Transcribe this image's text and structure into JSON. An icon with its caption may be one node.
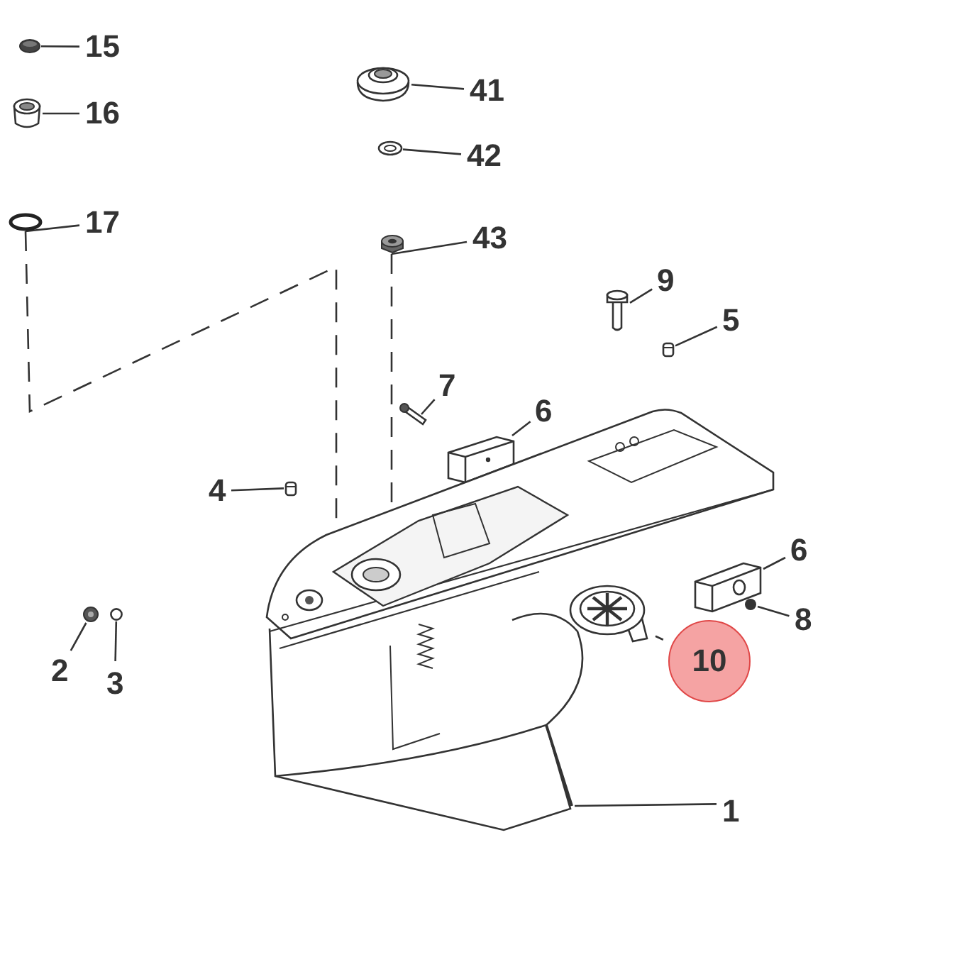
{
  "diagram": {
    "nodes": [
      {
        "text": [
          "15"
        ]
      },
      {
        "text": [],
        "shape": "picture"
      },
      {
        "text": [
          "16"
        ]
      },
      {
        "text": [],
        "shape": "cylinder"
      },
      {
        "text": [
          "41"
        ]
      },
      {
        "text": [],
        "shape": "picture"
      },
      {
        "text": [
          "42"
        ]
      },
      {
        "text": [],
        "shape": "picture"
      },
      {
        "text": [
          "17"
        ]
      },
      {
        "text": [],
        "shape": "circle"
      },
      {
        "text": [
          "43"
        ]
      },
      {
        "text": [],
        "shape": "cylinder"
      },
      {
        "text": [
          "9"
        ]
      },
      {
        "text": [],
        "shape": "picture"
      },
      {
        "text": [
          "5"
        ]
      },
      {
        "text": [],
        "shape": "picture"
      },
      {
        "text": [
          "7"
        ]
      },
      {
        "text": [],
        "shape": "picture"
      },
      {
        "text": [
          "6"
        ]
      },
      {
        "text": [],
        "shape": "picture"
      },
      {
        "text": [
          "4"
        ]
      },
      {
        "text": [],
        "shape": "picture"
      },
      {
        "text": [
          "6"
        ]
      },
      {
        "text": [],
        "shape": "picture"
      },
      {
        "text": [
          "8"
        ]
      },
      {
        "text": [],
        "shape": "circle"
      },
      {
        "text": [
          "2"
        ]
      },
      {
        "text": [],
        "shape": "picture"
      },
      {
        "text": [
          "3"
        ]
      },
      {
        "text": [],
        "shape": "circle"
      },
      {
        "text": [
          "10"
        ]
      },
      {
        "text": [],
        "shape": "picture"
      },
      {
        "text": [
          "1"
        ]
      },
      {
        "text": [],
        "shape": "picture"
      }
    ],
    "edges": [
      {
        "from": 0,
        "to": 1,
        "arrow": "none"
      },
      {
        "from": 2,
        "to": 3,
        "arrow": "none"
      },
      {
        "from": 4,
        "to": 5,
        "arrow": "none"
      },
      {
        "from": 6,
        "to": 7,
        "arrow": "none"
      },
      {
        "from": 8,
        "to": 9,
        "arrow": "none"
      },
      {
        "from": 10,
        "to": 11,
        "arrow": "none"
      },
      {
        "from": 12,
        "to": 13,
        "arrow": "none"
      },
      {
        "from": 14,
        "to": 15,
        "arrow": "none"
      },
      {
        "from": 16,
        "to": 17,
        "arrow": "none"
      },
      {
        "from": 18,
        "to": 19,
        "arrow": "none"
      },
      {
        "from": 20,
        "to": 21,
        "arrow": "none"
      },
      {
        "from": 22,
        "to": 23,
        "arrow": "none"
      },
      {
        "from": 24,
        "to": 25,
        "arrow": "none"
      },
      {
        "from": 26,
        "to": 27,
        "arrow": "none"
      },
      {
        "from": 28,
        "to": 29,
        "arrow": "none"
      },
      {
        "from": 30,
        "to": 31,
        "arrow": "none"
      },
      {
        "from": 32,
        "to": 33,
        "arrow": "none"
      },
      {
        "from": 9,
        "to": 33,
        "arrow": "none",
        "style": "dashed"
      },
      {
        "from": 11,
        "to": 33,
        "arrow": "none",
        "style": "dashed"
      }
    ]
  }
}
